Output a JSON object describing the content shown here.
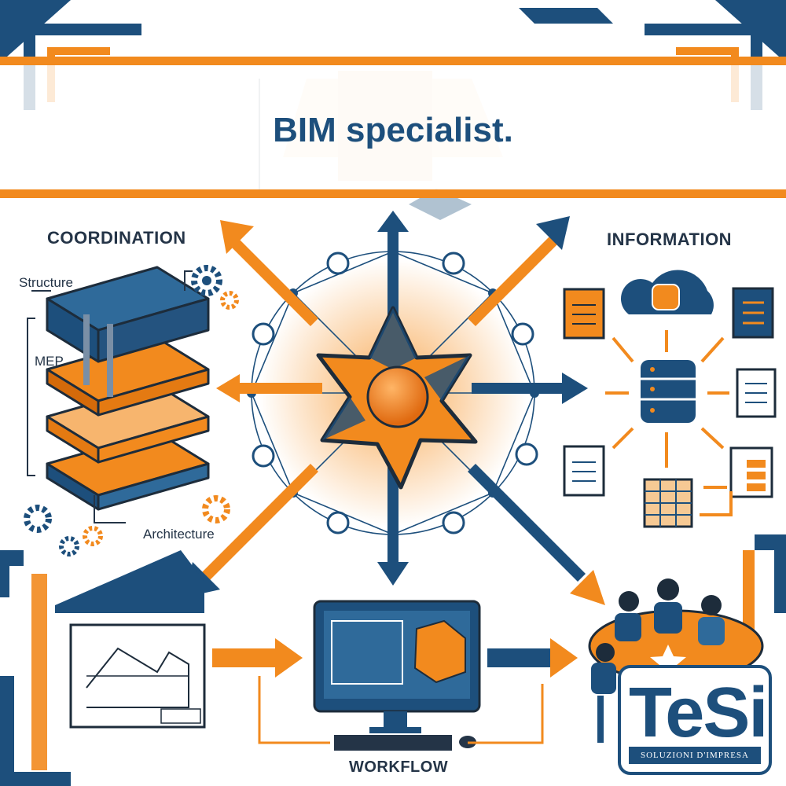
{
  "title": "BIM specialist.",
  "sections": {
    "coordination": "COORDINATION",
    "information": "INFORMATION",
    "workflow": "WORKFLOW"
  },
  "layers": {
    "structure": "Structure",
    "mep": "MEP",
    "architecture": "Architecture"
  },
  "logo": {
    "mark_te": "Te",
    "mark_si": "Si",
    "tagline": "SOLUZIONI D'IMPRESA"
  },
  "colors": {
    "navy": "#1d4f7c",
    "orange": "#f28a1e",
    "dark": "#243447"
  }
}
